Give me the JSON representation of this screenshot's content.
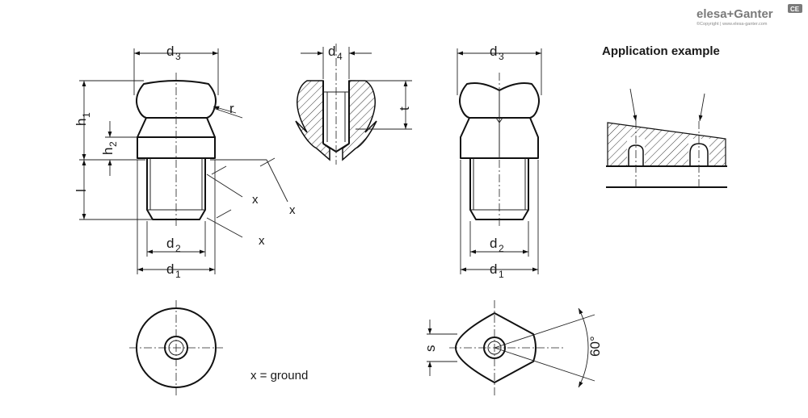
{
  "brand": {
    "name": "elesa+Ganter",
    "copyright": "©Copyright | www.elesa-ganter.com",
    "badge": "CE"
  },
  "labels": {
    "application_example": "Application example",
    "ground_legend": "x = ground"
  },
  "dimensions": {
    "d1": {
      "main": "d",
      "sub": "1"
    },
    "d2": {
      "main": "d",
      "sub": "2"
    },
    "d3": {
      "main": "d",
      "sub": "3"
    },
    "d4": {
      "main": "d",
      "sub": "4"
    },
    "h1": {
      "main": "h",
      "sub": "1"
    },
    "h2": {
      "main": "h",
      "sub": "2"
    },
    "l": "l",
    "r": "r",
    "t": "t",
    "s": "s",
    "angle": "60°",
    "x": "x"
  }
}
